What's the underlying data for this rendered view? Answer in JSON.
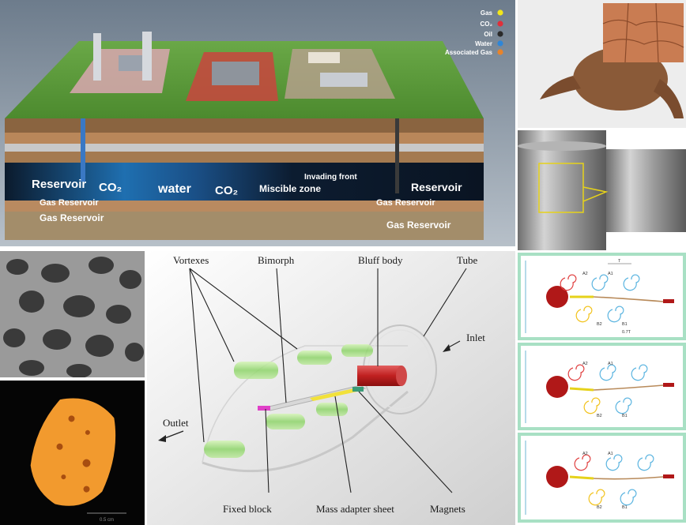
{
  "legend": {
    "items": [
      {
        "label": "Gas",
        "color": "#f2e61a"
      },
      {
        "label": "CO₂",
        "color": "#e0303a"
      },
      {
        "label": "Oil",
        "color": "#2a2a2a"
      },
      {
        "label": "Water",
        "color": "#2e86d8"
      },
      {
        "label": "Associated Gas",
        "color": "#e8832a"
      }
    ]
  },
  "reservoir": {
    "reservoir_left": "Reservoir",
    "co2_left": "CO₂",
    "water": "water",
    "co2_right": "CO₂",
    "miscible_zone": "Miscible zone",
    "invading_front": "Invading front",
    "reservoir_right": "Reservoir",
    "gas_reservoir_1": "Gas Reservoir",
    "gas_reservoir_2": "Gas Reservoir",
    "gas_reservoir_3": "Gas Reservoir",
    "gas_reservoir_4": "Gas Reservoir"
  },
  "harvester": {
    "vortexes": "Vortexes",
    "bimorph": "Bimorph",
    "bluff_body": "Bluff body",
    "tube": "Tube",
    "inlet": "Inlet",
    "outlet": "Outlet",
    "fixed_block": "Fixed block",
    "mass_adapter_sheet": "Mass adapter sheet",
    "magnets": "Magnets"
  },
  "ct_scale_label": "0.5 cm",
  "vortex_panels": [
    {
      "a2": "A2",
      "a1": "A1",
      "b2": "B2",
      "b1": "B1",
      "t": "T",
      "tt": "0.7T"
    },
    {
      "a2": "A2",
      "a1": "A1",
      "b2": "B2",
      "b1": "B1"
    },
    {
      "a2": "A2",
      "a1": "A1",
      "b2": "B2",
      "b1": "B1"
    }
  ],
  "colors": {
    "grass": "#5c9a3a",
    "panel_border": "#a8e0c4",
    "cylinder_red": "#b01818",
    "ct_orange": "#f29a2e"
  }
}
